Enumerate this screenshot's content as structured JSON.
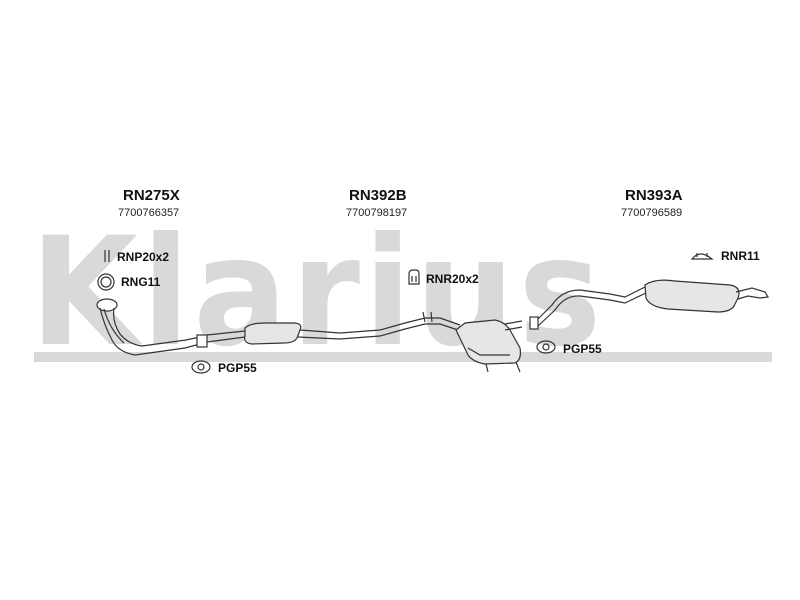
{
  "brand": {
    "watermark": "Klarius"
  },
  "groups": [
    {
      "code": "RN275X",
      "number": "7700766357"
    },
    {
      "code": "RN392B",
      "number": "7700798197"
    },
    {
      "code": "RN393A",
      "number": "7700796589"
    }
  ],
  "fittings": {
    "rnp": "RNP20x2",
    "rng": "RNG11",
    "pgp_front": "PGP55",
    "rnr20": "RNR20x2",
    "pgp_rear": "PGP55",
    "rnr11": "RNR11"
  },
  "colors": {
    "watermark": "#d9d9d9",
    "line": "#333333"
  }
}
